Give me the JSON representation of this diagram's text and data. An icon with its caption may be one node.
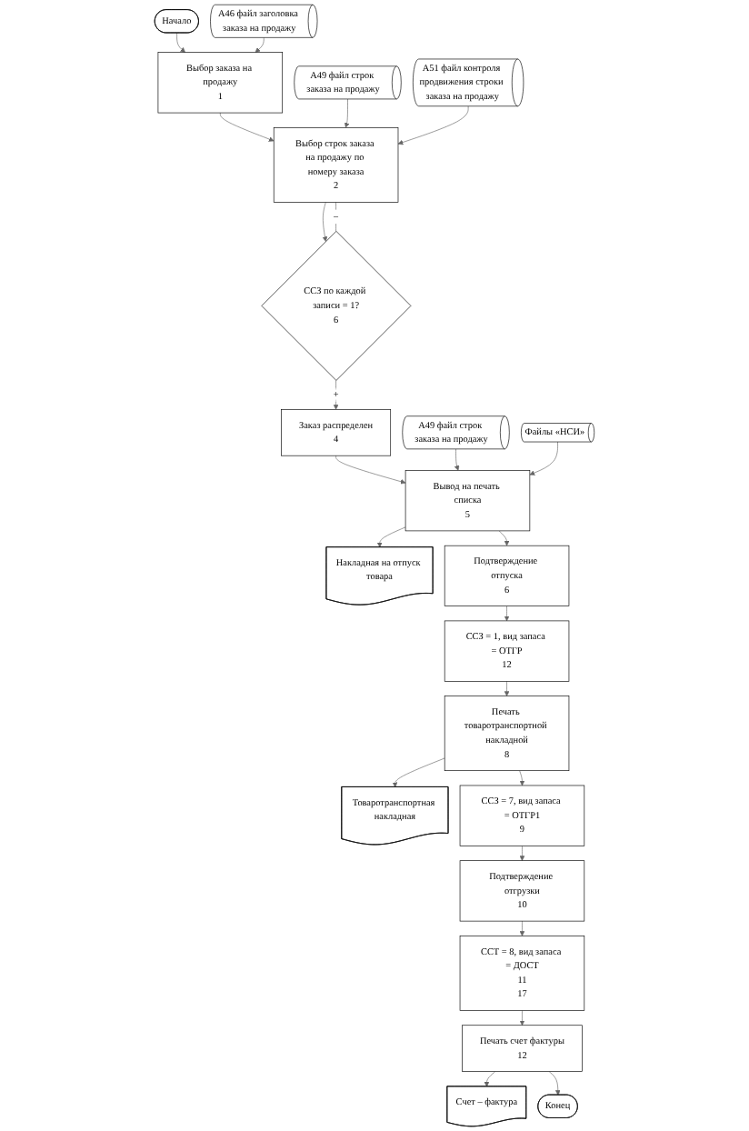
{
  "diagram": {
    "nodes": [
      {
        "text": [
          "Начало"
        ]
      },
      {
        "text": [
          "А46 файл заголовка заказа на продажу"
        ]
      },
      {
        "text": [
          "Выбор заказа на продажу",
          "1"
        ]
      },
      {
        "text": [
          "А49 файл строк заказа на продажу"
        ]
      },
      {
        "text": [
          "Выбор строк заказа на продажу по номеру заказа",
          "2"
        ]
      },
      {
        "text": [
          "А51 файл контроля продвижения строки заказа на продажу"
        ]
      },
      {
        "text": [
          "ССЗ по каждой записи = 1?",
          "6"
        ]
      },
      {
        "text": [
          "Заказ распределен",
          "4"
        ]
      },
      {
        "text": [
          "А49 файл строк заказа на продажу"
        ]
      },
      {
        "text": [
          "Вывод на печать списка",
          "5"
        ]
      },
      {
        "text": [
          "Накладная на отпуск товара"
        ]
      },
      {
        "text": [
          "Подтверждение отпуска",
          "6"
        ]
      },
      {
        "text": [
          "Файлы «НСИ»"
        ]
      },
      {
        "text": [
          "ССЗ = 1, вид запаса = ОТГР",
          "12"
        ]
      },
      {
        "text": [
          "Печать товаротранспортной накладной",
          "8"
        ]
      },
      {
        "text": [
          "Товаротранспортная накладная"
        ]
      },
      {
        "text": [
          "ССЗ = 7, вид запаса = ОТГР1",
          "9"
        ]
      },
      {
        "text": [
          "Подтверждение отгрузки",
          "10"
        ]
      },
      {
        "text": [
          "ССТ = 8, вид запаса = ДОСТ",
          "11",
          "17"
        ]
      },
      {
        "text": [
          "Печать счет фактуры",
          "12"
        ]
      },
      {
        "text": [
          "Счет – фактура"
        ]
      },
      {
        "text": [
          "Конец"
        ]
      }
    ],
    "edges": [
      {
        "from": 0,
        "to": 2,
        "arrow": "to"
      },
      {
        "from": 1,
        "to": 2,
        "arrow": "to"
      },
      {
        "from": 2,
        "to": 4,
        "arrow": "to"
      },
      {
        "from": 3,
        "to": 4,
        "arrow": "to"
      },
      {
        "from": 5,
        "to": 4,
        "arrow": "to"
      },
      {
        "from": 4,
        "to": 6,
        "arrow": "to"
      },
      {
        "from": 6,
        "to": 4,
        "arrow": "none",
        "label": "–"
      },
      {
        "from": 6,
        "to": 7,
        "arrow": "to",
        "label": "+"
      },
      {
        "from": 7,
        "to": 9,
        "arrow": "to"
      },
      {
        "from": 8,
        "to": 9,
        "arrow": "to"
      },
      {
        "from": 9,
        "to": 10,
        "arrow": "to"
      },
      {
        "from": 9,
        "to": 11,
        "arrow": "to"
      },
      {
        "from": 12,
        "to": 9,
        "arrow": "to"
      },
      {
        "from": 11,
        "to": 13,
        "arrow": "to"
      },
      {
        "from": 13,
        "to": 14,
        "arrow": "to"
      },
      {
        "from": 14,
        "to": 15,
        "arrow": "to"
      },
      {
        "from": 14,
        "to": 16,
        "arrow": "to"
      },
      {
        "from": 16,
        "to": 17,
        "arrow": "to"
      },
      {
        "from": 17,
        "to": 18,
        "arrow": "to"
      },
      {
        "from": 18,
        "to": 19,
        "arrow": "to"
      },
      {
        "from": 19,
        "to": 20,
        "arrow": "to"
      },
      {
        "from": 19,
        "to": 21,
        "arrow": "to"
      }
    ]
  }
}
